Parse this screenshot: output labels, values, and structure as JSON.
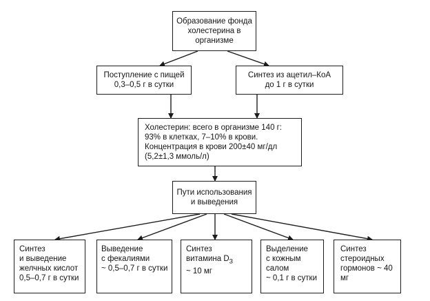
{
  "nodes": {
    "top": {
      "lines": [
        "Образование фонда",
        "холестерина в",
        "организме"
      ]
    },
    "food": {
      "lines": [
        "Поступление с пищей",
        "0,3–0,5 г в сутки"
      ]
    },
    "synthesis": {
      "lines": [
        "Синтез из ацетил–КоА",
        "до 1 г в сутки"
      ]
    },
    "total": {
      "lines": [
        "Холестерин: всего в организме 140 г:",
        "93% в клетках, 7–10% в крови.",
        "Концентрация в крови 200±40 мг/дл",
        "(5,2±1,3 ммоль/л)"
      ]
    },
    "paths": {
      "lines": [
        "Пути использования",
        "и выведения"
      ]
    },
    "bile": {
      "lines": [
        "Синтез",
        "и выведение",
        "желчных кислот",
        "0,5–0,7 г в сутки"
      ]
    },
    "fecal": {
      "lines": [
        "Выведение",
        "с фекалиями",
        "~ 0,5–0,7 г в сутки"
      ]
    },
    "vitd": {
      "line1": "Синтез",
      "line2_text": "витамина D",
      "line2_sub": "3",
      "line3": "~ 10 мг"
    },
    "skin": {
      "lines": [
        "Выделение",
        "с кожным",
        "салом",
        "~ 0,1 г в сутки"
      ]
    },
    "steroid": {
      "lines": [
        "Синтез",
        "стероидных",
        "гормонов ~ 40 мг"
      ]
    }
  }
}
